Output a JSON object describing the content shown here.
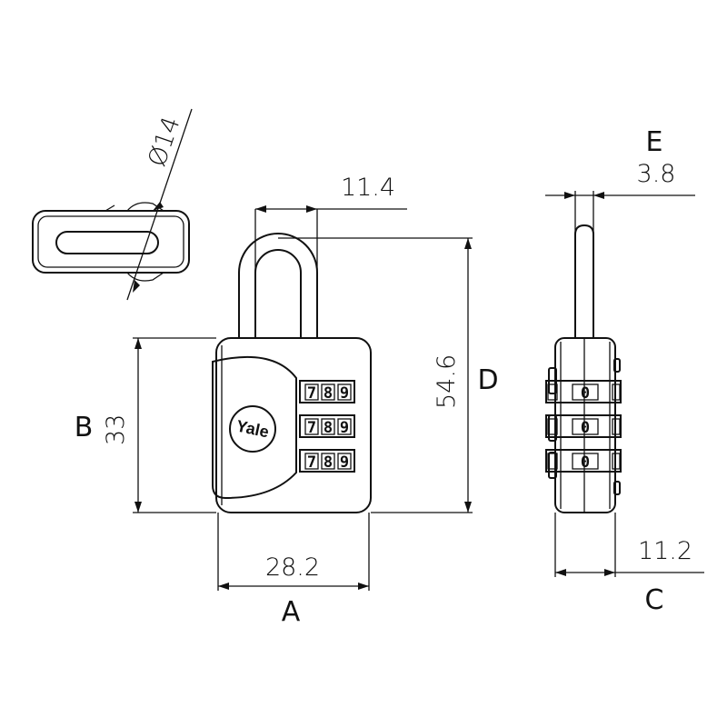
{
  "colors": {
    "line": "#111111",
    "background": "#ffffff"
  },
  "dimensions": {
    "diameter": "Ø14",
    "shackle_width": "11.4",
    "height_total": "54.6",
    "body_height": "33",
    "body_width": "28.2",
    "shackle_thickness": "3.8",
    "body_depth": "11.2"
  },
  "letters": {
    "a": "A",
    "b": "B",
    "c": "C",
    "d": "D",
    "e": "E"
  },
  "logo": "Yale",
  "wheel_digits": {
    "front": [
      "7",
      "8",
      "9"
    ],
    "side": "0"
  }
}
